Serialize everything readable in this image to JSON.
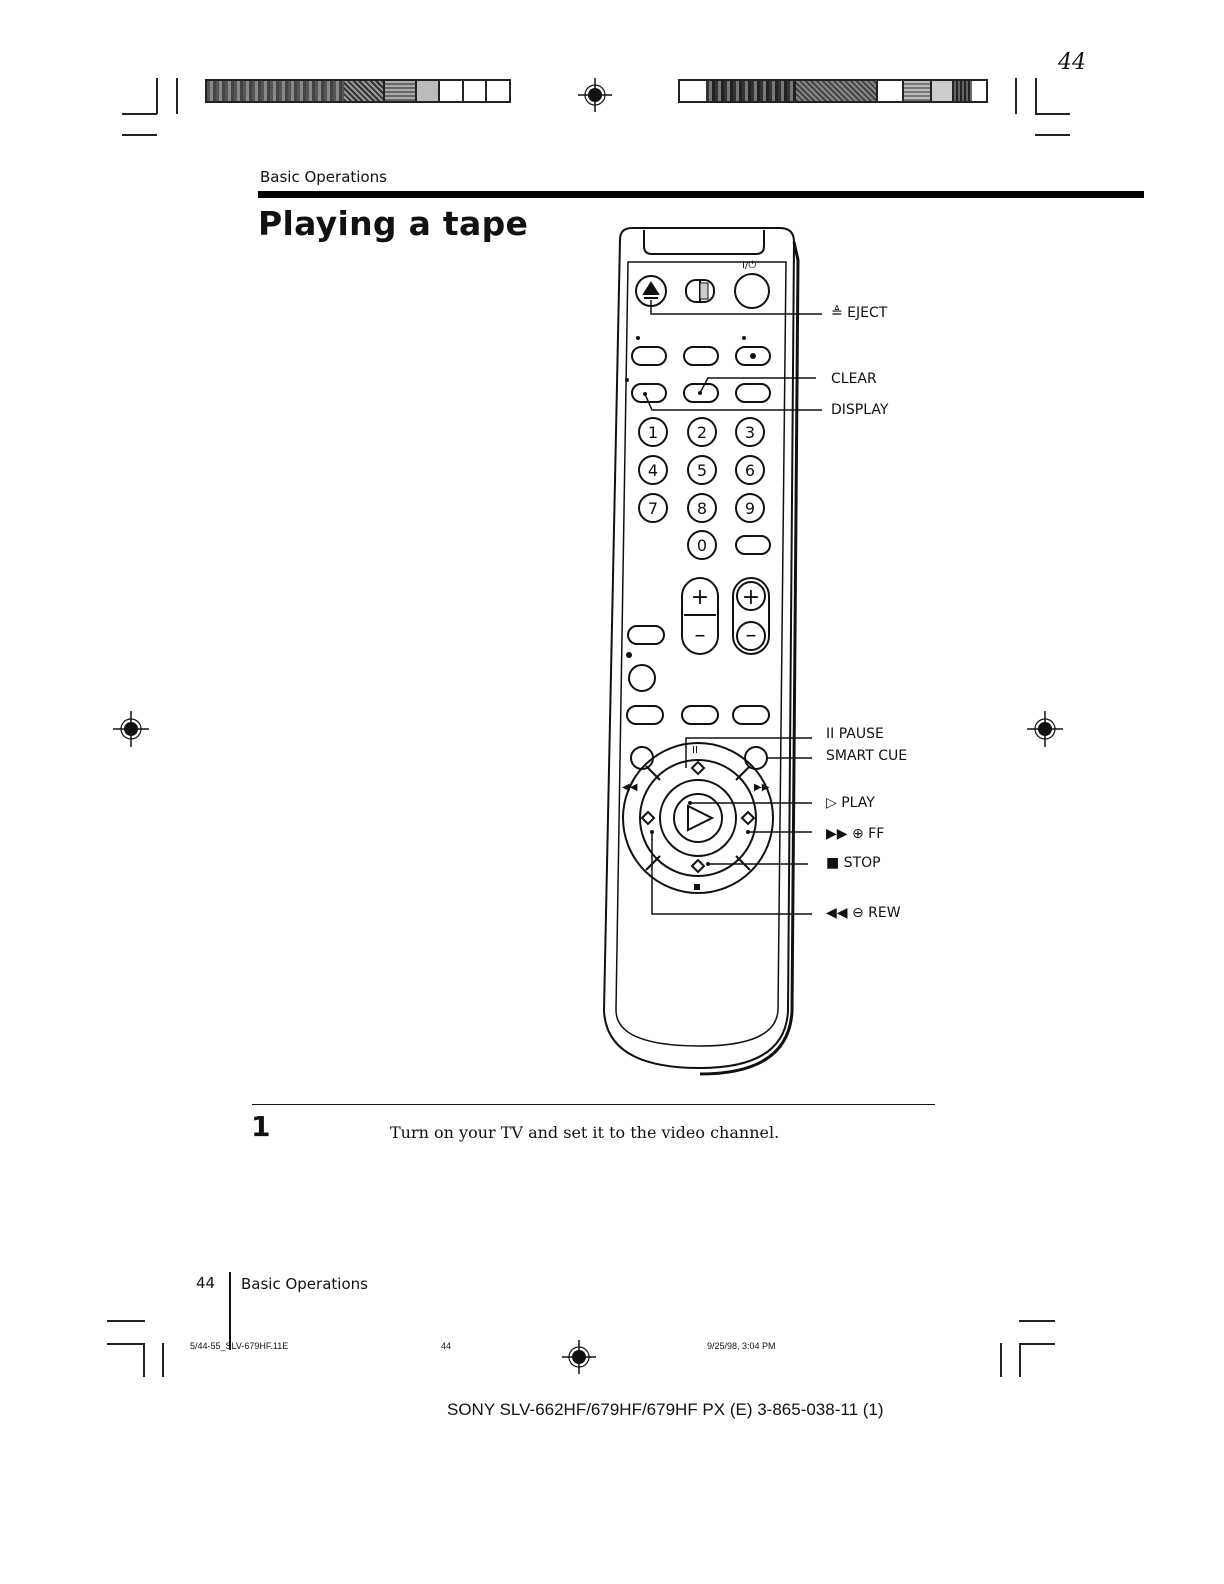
{
  "page_mark": "44",
  "header": {
    "section": "Basic Operations"
  },
  "title": "Playing a tape",
  "remote": {
    "power_label": "I/⏻",
    "buttons": [
      "1",
      "2",
      "3",
      "4",
      "5",
      "6",
      "7",
      "8",
      "9",
      "0"
    ],
    "plus": "+",
    "minus": "–"
  },
  "callouts": [
    {
      "key": "eject",
      "text": "≜ EJECT"
    },
    {
      "key": "clear",
      "text": "CLEAR"
    },
    {
      "key": "display",
      "text": "DISPLAY"
    },
    {
      "key": "pause",
      "text": "II PAUSE"
    },
    {
      "key": "smart_cue",
      "text": "SMART CUE"
    },
    {
      "key": "play",
      "text": "▷ PLAY"
    },
    {
      "key": "ff",
      "text": "▶▶ ⊕ FF"
    },
    {
      "key": "stop",
      "text": "■ STOP"
    },
    {
      "key": "rew",
      "text": "◀◀ ⊖ REW"
    }
  ],
  "steps": [
    {
      "number": "1",
      "text": "Turn on your TV and set it to the video channel."
    }
  ],
  "footer": {
    "page_number": "44",
    "section": "Basic Operations",
    "slug_file": "5/44-55_SLV-679HF.11E",
    "slug_page": "44",
    "slug_date": "9/25/98, 3:04 PM",
    "model_line": "SONY SLV-662HF/679HF/679HF PX (E) 3-865-038-11 (1)"
  }
}
